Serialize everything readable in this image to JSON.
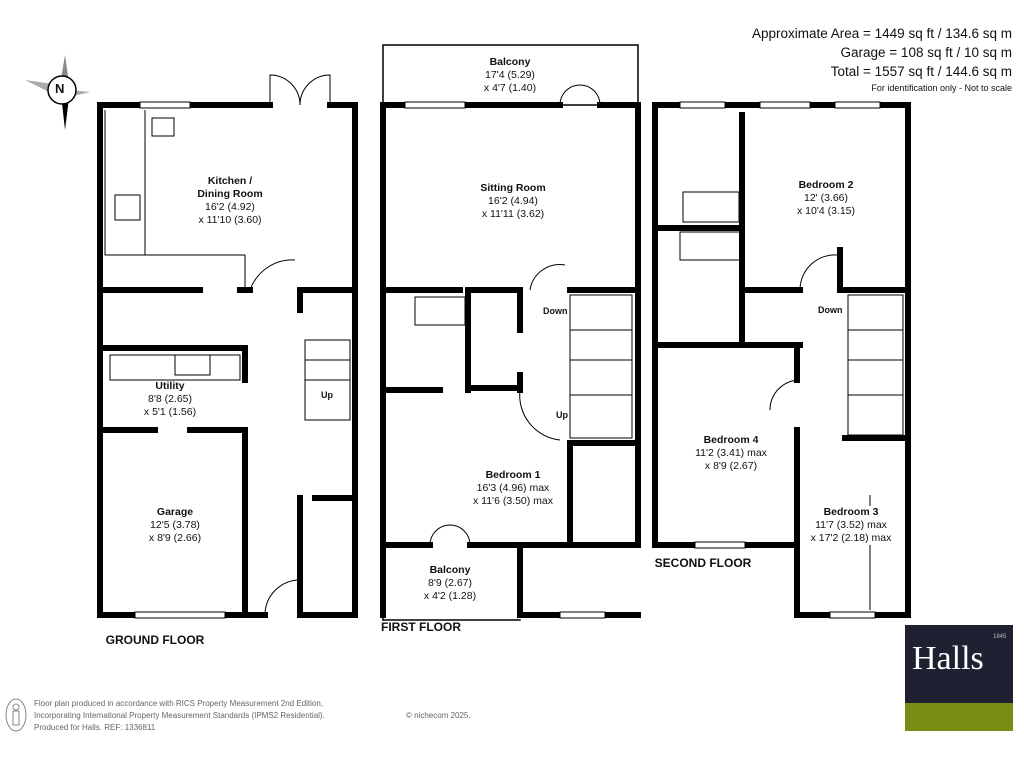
{
  "areas": {
    "approx": "Approximate Area = 1449 sq ft / 134.6 sq m",
    "garage": "Garage = 108 sq ft / 10 sq m",
    "total": "Total = 1557 sq ft / 144.6 sq m",
    "note": "For identification only - Not to scale"
  },
  "compass": {
    "label": "N"
  },
  "ground_floor": {
    "title": "GROUND FLOOR",
    "kitchen": {
      "name": "Kitchen /",
      "name2": "Dining Room",
      "dim1": "16'2 (4.92)",
      "dim2": "x 11'10 (3.60)"
    },
    "utility": {
      "name": "Utility",
      "dim1": "8'8 (2.65)",
      "dim2": "x 5'1 (1.56)"
    },
    "garage": {
      "name": "Garage",
      "dim1": "12'5 (3.78)",
      "dim2": "x 8'9 (2.66)"
    },
    "stairs": "Up"
  },
  "first_floor": {
    "title": "FIRST FLOOR",
    "balcony_top": {
      "name": "Balcony",
      "dim1": "17'4 (5.29)",
      "dim2": "x 4'7 (1.40)"
    },
    "sitting": {
      "name": "Sitting Room",
      "dim1": "16'2 (4.94)",
      "dim2": "x 11'11 (3.62)"
    },
    "bedroom1": {
      "name": "Bedroom 1",
      "dim1": "16'3 (4.96) max",
      "dim2": "x 11'6 (3.50) max"
    },
    "balcony_bottom": {
      "name": "Balcony",
      "dim1": "8'9 (2.67)",
      "dim2": "x 4'2 (1.28)"
    },
    "stairs_down": "Down",
    "stairs_up": "Up"
  },
  "second_floor": {
    "title": "SECOND FLOOR",
    "bedroom2": {
      "name": "Bedroom 2",
      "dim1": "12' (3.66)",
      "dim2": "x 10'4 (3.15)"
    },
    "bedroom4": {
      "name": "Bedroom 4",
      "dim1": "11'2 (3.41) max",
      "dim2": "x 8'9 (2.67)"
    },
    "bedroom3": {
      "name": "Bedroom 3",
      "dim1": "11'7 (3.52) max",
      "dim2": "x 17'2 (2.18) max"
    },
    "stairs_down": "Down"
  },
  "footer": {
    "line1": "Floor plan produced in accordance with RICS Property Measurement 2nd Edition,",
    "line2": "Incorporating International Property Measurement Standards (IPMS2 Residential).",
    "line3": "Produced for Halls.   REF: 1336811",
    "copyright": "© nichecom 2025."
  },
  "logo": {
    "word": "Halls",
    "year": "1845",
    "colors": {
      "navy": "#1f2132",
      "green": "#7b8c14"
    }
  }
}
